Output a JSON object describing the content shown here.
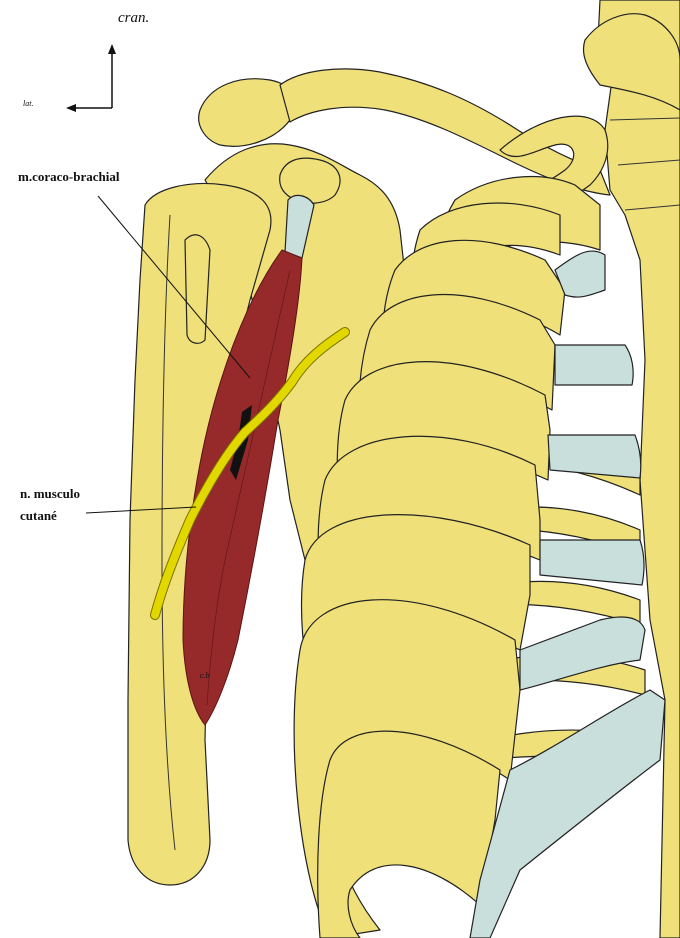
{
  "orientation": {
    "cranial_label": "cran.",
    "lateral_label": "lat."
  },
  "labels": {
    "muscle": "m.coraco-brachial",
    "nerve_line1": "n. musculo",
    "nerve_line2": "cutané",
    "muscle_mark": "c.b"
  },
  "colors": {
    "bone": "#efe07a",
    "cartilage": "#c9dfdc",
    "muscle": "#962a2a",
    "nerve": "#e2d800",
    "outline": "#222222"
  }
}
